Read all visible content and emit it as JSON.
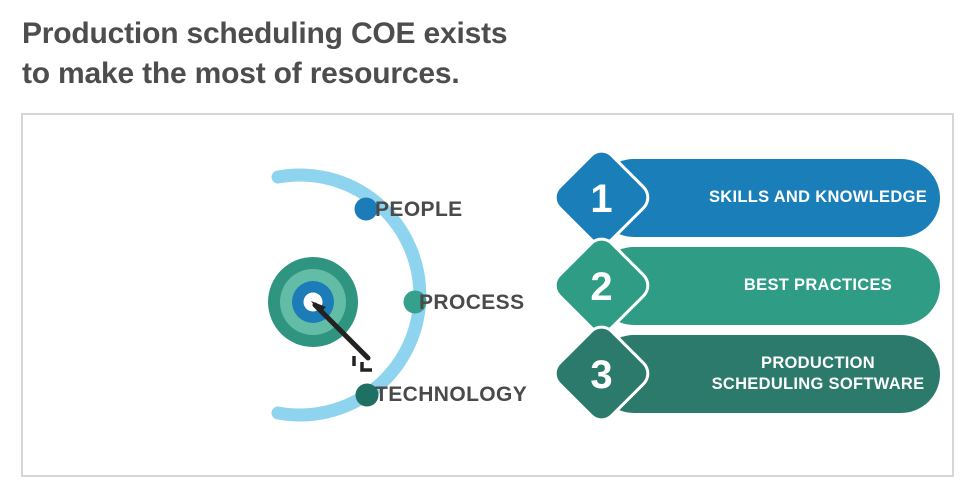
{
  "heading": {
    "line1": "Production scheduling COE exists",
    "line2": "to make the most of resources."
  },
  "colors": {
    "heading_text": "#4d4d4d",
    "panel_border": "#d6d6d6",
    "arc_light_blue": "#8fd4ee",
    "dot_people_blue": "#1b7cb8",
    "dot_process_teal": "#35a08c",
    "dot_technology_dark_teal": "#1f6f62",
    "ring_outer_green": "#2f9580",
    "ring_mid_green": "#63bda6",
    "ring_inner_blue": "#1b7cb8",
    "ring_center_white": "#ffffff",
    "arrow_dark": "#222222",
    "step1_blue": "#1a7fb8",
    "step2_teal": "#2f9c86",
    "step3_dark_teal": "#2c7a6b",
    "label_gray": "#4a4a4a"
  },
  "diagram": {
    "name": "coe-orbit-diagram",
    "bullseye": {
      "name": "bullseye-target",
      "rings": [
        "outer-green-ring",
        "mid-green-ring",
        "inner-blue-ring",
        "center-white-ring"
      ]
    },
    "arrow": {
      "name": "arrow-dart-icon"
    },
    "arc": {
      "name": "orbit-arc"
    },
    "nodes": [
      {
        "id": "people",
        "label": "PEOPLE",
        "dot_color": "#1b7cb8"
      },
      {
        "id": "process",
        "label": "PROCESS",
        "dot_color": "#35a08c"
      },
      {
        "id": "technology",
        "label": "TECHNOLOGY",
        "dot_color": "#1f6f62"
      }
    ]
  },
  "steps": [
    {
      "number": "1",
      "label": "SKILLS AND KNOWLEDGE",
      "color": "#1a7fb8",
      "lines": [
        "SKILLS AND KNOWLEDGE"
      ]
    },
    {
      "number": "2",
      "label": "BEST PRACTICES",
      "color": "#2f9c86",
      "lines": [
        "BEST PRACTICES"
      ]
    },
    {
      "number": "3",
      "label": "PRODUCTION SCHEDULING SOFTWARE",
      "color": "#2c7a6b",
      "line1": "PRODUCTION",
      "line2": "SCHEDULING SOFTWARE"
    }
  ]
}
